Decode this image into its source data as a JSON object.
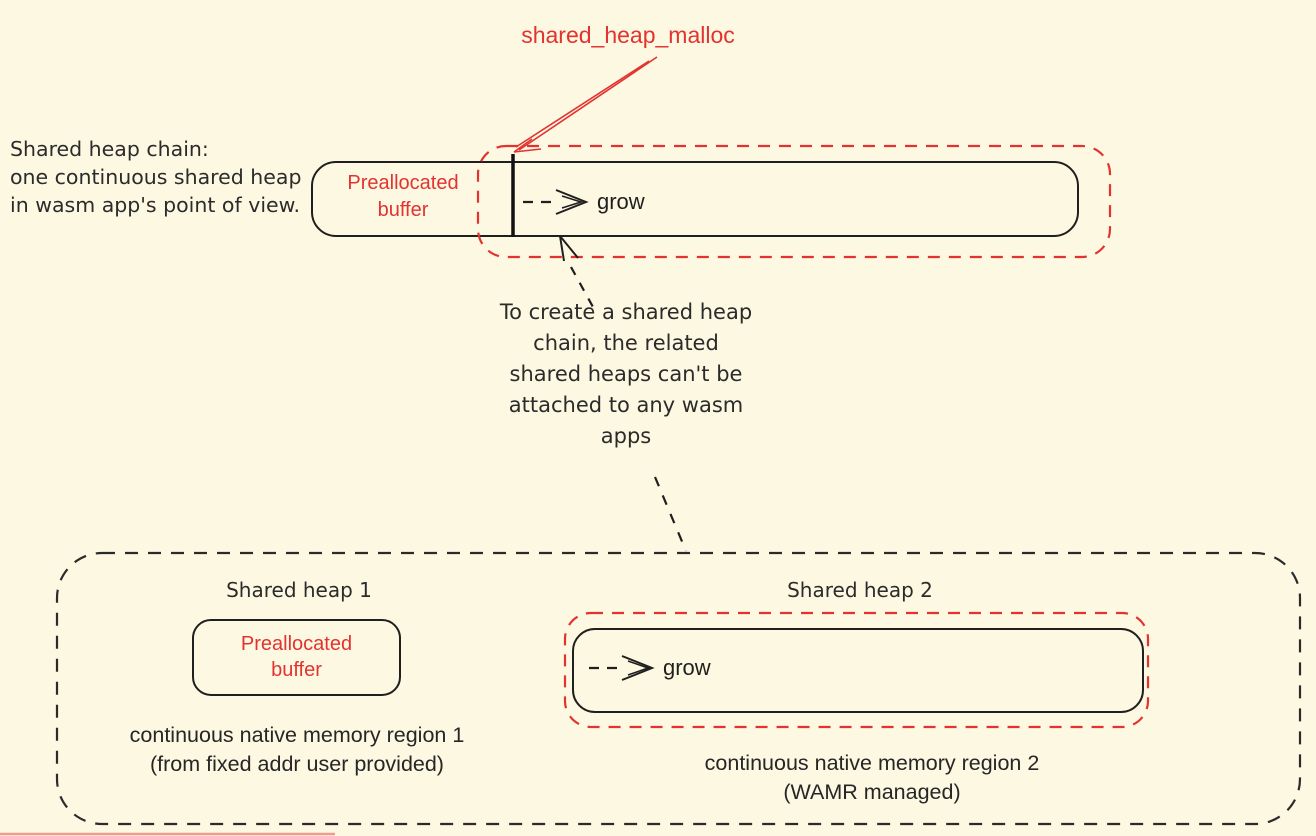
{
  "colors": {
    "background": "#FDF8E2",
    "accent_red": "#E23330",
    "ink": "#2B2B2B"
  },
  "top_diagram": {
    "malloc_label": "shared_heap_malloc",
    "side_note_line1": "Shared heap chain:",
    "side_note_line2": "one continuous shared heap",
    "side_note_line3": "in wasm app's point of view.",
    "preallocated_line1": "Preallocated",
    "preallocated_line2": "buffer",
    "grow_label": "grow"
  },
  "middle_note": {
    "line1": "To create a shared heap",
    "line2": "chain, the related",
    "line3": "shared heaps can't be",
    "line4": "attached to any wasm",
    "line5": "apps"
  },
  "bottom_diagram": {
    "heap1": {
      "title": "Shared heap 1",
      "buffer_line1": "Preallocated",
      "buffer_line2": "buffer",
      "caption_line1": "continuous native memory region 1",
      "caption_line2": "(from fixed addr user provided)"
    },
    "heap2": {
      "title": "Shared heap 2",
      "grow_label": "grow",
      "caption_line1": "continuous native memory region 2",
      "caption_line2": "(WAMR managed)"
    }
  },
  "icons": {
    "malloc_arrow": "red-double-line-arrow",
    "grow_arrow": "dashed-right-arrow",
    "cursor_arrow": "open-v-up-left-arrow",
    "connectors": "black-dashed-connector-lines"
  }
}
